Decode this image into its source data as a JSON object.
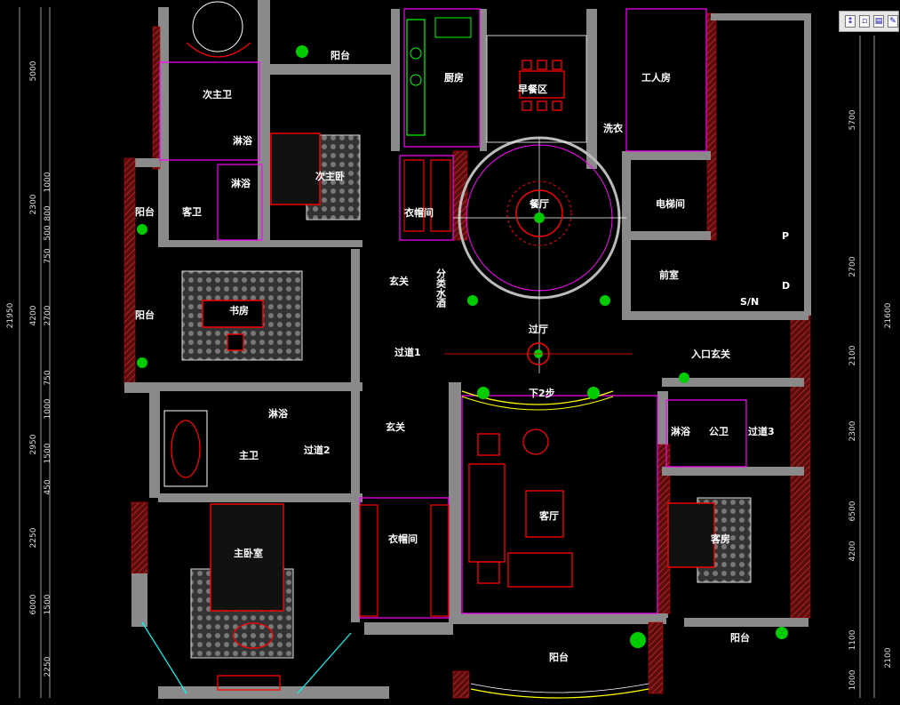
{
  "rooms": {
    "balcony_top": "阳台",
    "bath_secondary": "次主卫",
    "shower_1": "淋浴",
    "bedroom_secondary": "次主卧",
    "shower_2": "淋浴",
    "guest_bath": "客卫",
    "balcony_left": "阳台",
    "wardrobe_1": "衣帽间",
    "kitchen": "厨房",
    "breakfast": "早餐区",
    "maid_room": "工人房",
    "laundry": "洗衣",
    "dining": "餐厅",
    "elevator": "电梯间",
    "entry_1": "玄关",
    "study": "书房",
    "balcony_study": "阳台",
    "drinks": "分类水酒",
    "front_hall": "前室",
    "pipe_p": "P",
    "pipe_d": "D",
    "sn": "S/N",
    "foyer": "过厅",
    "corridor_1": "过道1",
    "entrance": "入口玄关",
    "steps_down": "下2步",
    "shower_3": "淋浴",
    "master_bath": "主卫",
    "corridor_2": "过道2",
    "entry_2": "玄关",
    "shower_4": "淋浴",
    "public_bath": "公卫",
    "corridor_3": "过道3",
    "wardrobe_2": "衣帽间",
    "living": "客厅",
    "guest_room": "客房",
    "master_bedroom": "主卧室",
    "balcony_bottom": "阳台",
    "balcony_right": "阳台"
  },
  "left_dims": [
    "5000",
    "1000",
    "2300",
    "800",
    "500",
    "750",
    "2700",
    "4200",
    "21950",
    "750",
    "1000",
    "2950",
    "1500",
    "450",
    "2250",
    "6000",
    "1500",
    "2250"
  ],
  "right_dims": [
    "5700",
    "2700",
    "21600",
    "2100",
    "2300",
    "6500",
    "4200",
    "1100",
    "2100",
    "1000"
  ],
  "toolbar": {
    "icon_names": [
      "layer-icon",
      "block-icon",
      "properties-icon",
      "match-icon"
    ]
  },
  "colors": {
    "wall": "#8a8a8a",
    "hatch": "#b22222",
    "magenta": "#ff00ff",
    "cyan": "#00ffff",
    "red": "#ff0000",
    "yellow": "#ffff00",
    "green": "#00ff00"
  }
}
